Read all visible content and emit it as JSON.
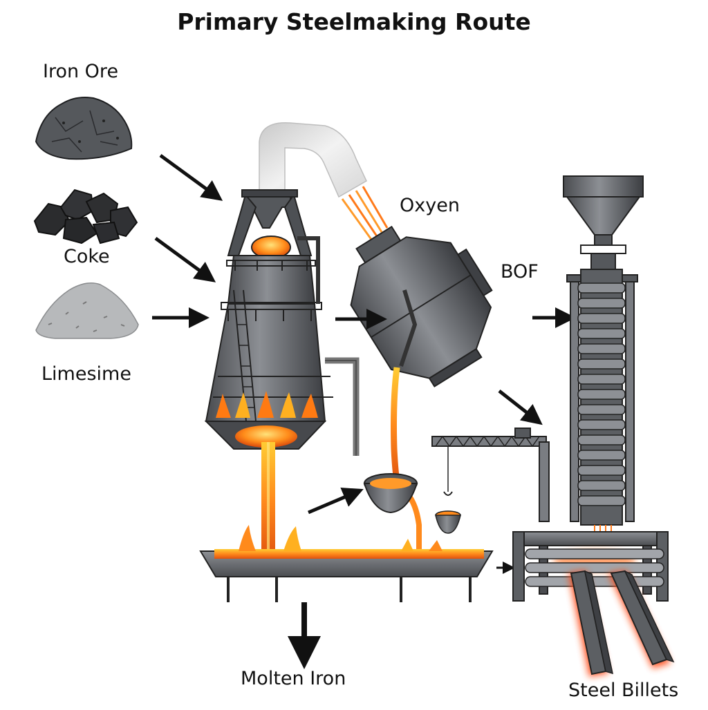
{
  "title": "Primary Steelmaking Route",
  "inputs": {
    "iron_ore": "Iron Ore",
    "coke": "Coke",
    "limestone": "Limesime"
  },
  "labels": {
    "oxygen": "Oxyen",
    "bof": "BOF",
    "molten_iron": "Molten Iron",
    "steel_billets": "Steel Billets"
  },
  "colors": {
    "steel": "#6b6e72",
    "steel_dark": "#3e4044",
    "molten": "#f46a12",
    "glow": "#ffd23a",
    "arrow": "#111111"
  }
}
